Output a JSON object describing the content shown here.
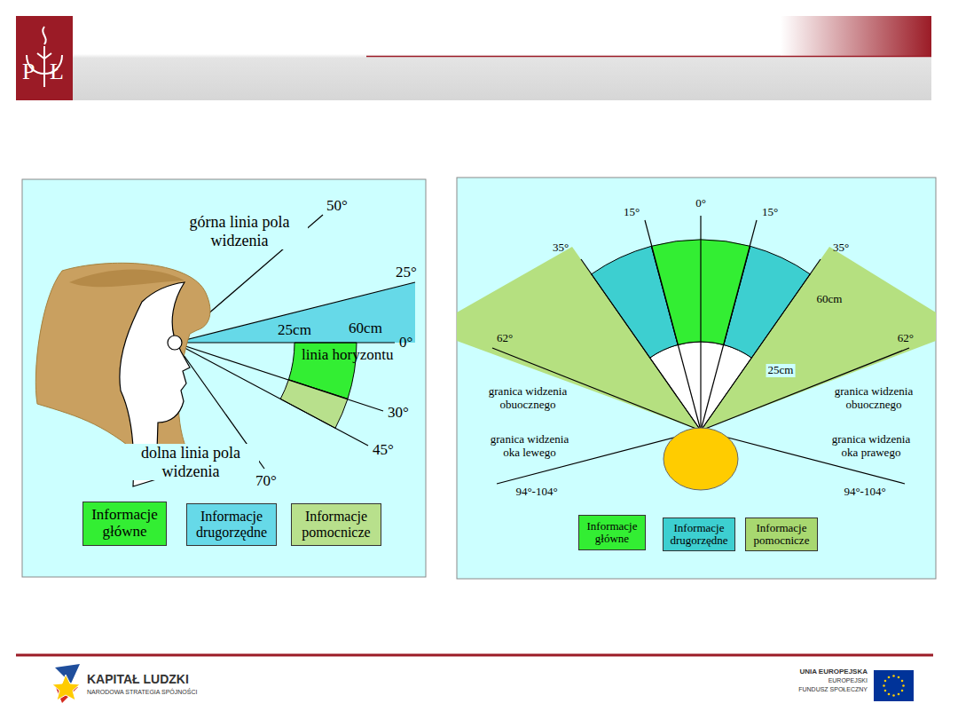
{
  "diagram": {
    "labels": [
      "P",
      "Ł",
      "50°",
      "górna linia pola widzenia",
      "25°",
      "25cm",
      "60cm",
      "0°",
      "linia horyzontu",
      "30°",
      "45°",
      "dolna linia pola widzenia",
      "70°",
      "0°",
      "15°",
      "15°",
      "35°",
      "35°",
      "60cm",
      "62°",
      "62°",
      "granica widzenia obuocznego",
      "granica widzenia obuocznego",
      "25cm",
      "granica widzenia oka lewego",
      "granica widzenia oka prawego",
      "94°-104°",
      "94°-104°",
      "KAPITAŁ LUDZKI",
      "NARODOWA STRATEGIA SPÓJNOŚCI",
      "UNIA EUROPEJSKA",
      "EUROPEJSKI",
      "FUNDUSZ SPOŁECZNY"
    ],
    "legend": [
      {
        "text": "Informacje główne",
        "color": "#33ee33"
      },
      {
        "text": "Informacje drugorzędne",
        "color": "#66d9e8"
      },
      {
        "text": "Informacje pomocnicze",
        "color": "#b8e08c"
      },
      {
        "text": "Informacje główne",
        "color": "#33ee33"
      },
      {
        "text": "Informacje drugorzędne",
        "color": "#3dcfd0"
      },
      {
        "text": "Informacje pomocnicze",
        "color": "#a8d870"
      }
    ]
  }
}
